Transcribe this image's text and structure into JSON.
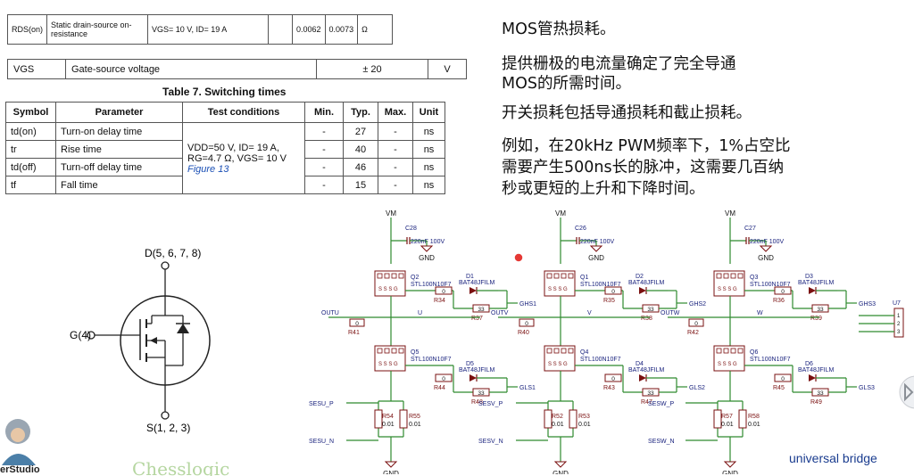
{
  "rds_table": {
    "symbol": "RDS(on)",
    "parameter": "Static drain-source on-resistance",
    "conditions": "VGS= 10 V, ID= 19 A",
    "typ": "0.0062",
    "max": "0.0073",
    "unit": "Ω"
  },
  "vgs_table": {
    "symbol": "VGS",
    "parameter": "Gate-source voltage",
    "value": "± 20",
    "unit": "V"
  },
  "switching_table": {
    "caption": "Table 7. Switching times",
    "headers": [
      "Symbol",
      "Parameter",
      "Test conditions",
      "Min.",
      "Typ.",
      "Max.",
      "Unit"
    ],
    "conditions_lines": [
      "VDD=50 V, ID= 19 A,",
      "RG=4.7 Ω, VGS= 10 V"
    ],
    "conditions_ref": "Figure 13",
    "rows": [
      {
        "symbol": "td(on)",
        "parameter": "Turn-on delay time",
        "min": "-",
        "typ": "27",
        "max": "-",
        "unit": "ns"
      },
      {
        "symbol": "tr",
        "parameter": "Rise time",
        "min": "-",
        "typ": "40",
        "max": "-",
        "unit": "ns"
      },
      {
        "symbol": "td(off)",
        "parameter": "Turn-off delay time",
        "min": "-",
        "typ": "46",
        "max": "-",
        "unit": "ns"
      },
      {
        "symbol": "tf",
        "parameter": "Fall time",
        "min": "-",
        "typ": "15",
        "max": "-",
        "unit": "ns"
      }
    ]
  },
  "mosfet_symbol": {
    "drain": "D(5, 6, 7, 8)",
    "gate": "G(4)",
    "source": "S(1, 2, 3)"
  },
  "notes": {
    "line1": "MOS管热损耗。",
    "line2a": "提供栅极的电流量确定了完全导通",
    "line2b": "MOS的所需时间。",
    "line3": "开关损耗包括导通损耗和截止损耗。",
    "line4a": "例如，在20kHz PWM频率下，1%占空比",
    "line4b": "需要产生500ns长的脉冲，这需要几百纳",
    "line4c": "秒或更短的上升和下降时间。"
  },
  "schematic": {
    "vm": "VM",
    "gnd": "GND",
    "cap_value": "220nF 100V",
    "fet_part": "STL100N10F7",
    "diode_part": "BAT48JFILM",
    "r33": "33",
    "r0": "0",
    "sense_value": "0.01",
    "connector": "U7",
    "connector_pins": [
      "1",
      "2",
      "3"
    ],
    "phases": [
      {
        "cap": "C28",
        "q_hi": "Q2",
        "d_hi": "D1",
        "r_hi_a": "R34",
        "r_hi_b": "R37",
        "gh": "GHS1",
        "out": "OUTU",
        "r_out": "R41",
        "node": "U",
        "q_lo": "Q5",
        "d_lo": "D5",
        "r_lo_a": "R44",
        "r_lo_b": "R48",
        "gl": "GLS1",
        "sp": "SESU_P",
        "sn": "SESU_N",
        "rs_a": "R54",
        "rs_b": "R55"
      },
      {
        "cap": "C26",
        "q_hi": "Q1",
        "d_hi": "D2",
        "r_hi_a": "R35",
        "r_hi_b": "R38",
        "gh": "GHS2",
        "out": "OUTV",
        "r_out": "R40",
        "node": "V",
        "q_lo": "Q4",
        "d_lo": "D4",
        "r_lo_a": "R43",
        "r_lo_b": "R47",
        "gl": "GLS2",
        "sp": "SESV_P",
        "sn": "SESV_N",
        "rs_a": "R52",
        "rs_b": "R53"
      },
      {
        "cap": "C27",
        "q_hi": "Q3",
        "d_hi": "D3",
        "r_hi_a": "R36",
        "r_hi_b": "R39",
        "gh": "GHS3",
        "out": "OUTW",
        "r_out": "R42",
        "node": "W",
        "q_lo": "Q6",
        "d_lo": "D6",
        "r_lo_a": "R45",
        "r_lo_b": "R49",
        "gl": "GLS3",
        "sp": "SESW_P",
        "sn": "SESW_N",
        "rs_a": "R57",
        "rs_b": "R58"
      }
    ],
    "caption": "universal bridge"
  },
  "watermark": {
    "studio": "erStudio",
    "brand": "Chesslogic"
  },
  "colors": {
    "wire": "#2f8a2f",
    "part": "#7a1010",
    "label": "#1a237e",
    "caption": "#1a3c8f"
  }
}
